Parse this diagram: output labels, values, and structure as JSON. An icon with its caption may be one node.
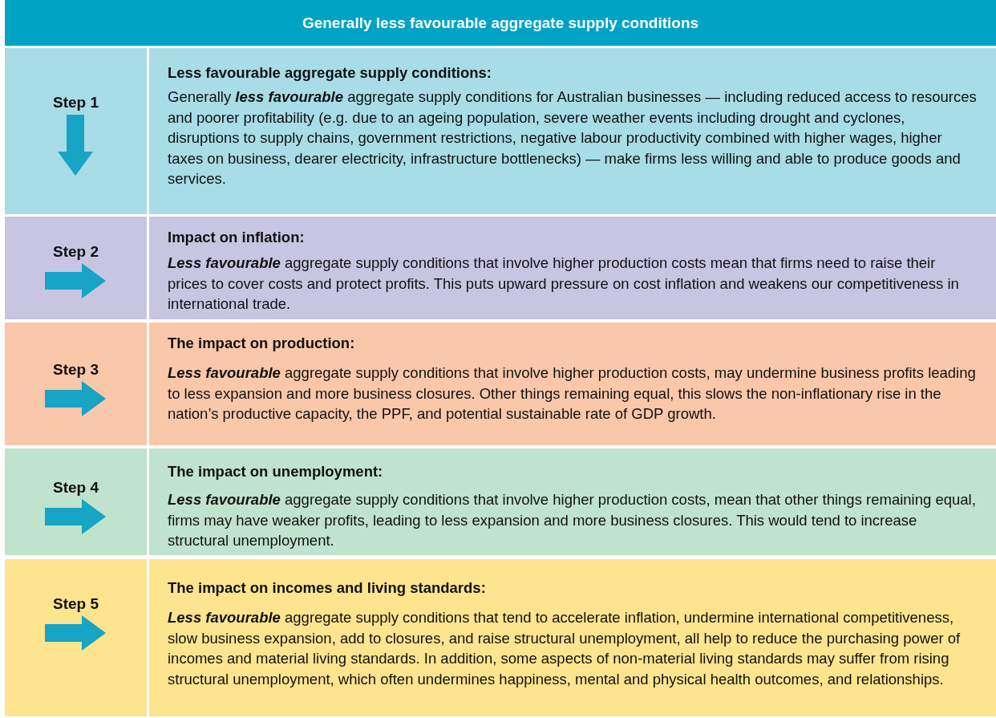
{
  "diagram": {
    "title": "Generally less favourable aggregate supply conditions",
    "nodes": [
      {
        "text": [
          "Step 1",
          "Less favourable aggregate supply conditions:",
          "Generally **less favourable** aggregate supply conditions for Australian businesses — including reduced access to resources and poorer profitability (e.g. due to an ageing population, severe weather events including drought and cyclones, disruptions to supply chains, government restrictions, negative labour productivity combined with higher wages, higher taxes on business, dearer electricity, infrastructure bottlenecks) — make firms less willing and able to produce goods and services."
        ]
      },
      {
        "text": [
          "Step 2",
          "Impact on inflation:",
          "**Less favourable** aggregate supply conditions that involve higher production costs mean that firms need to raise their prices to cover costs and protect profits. This puts upward pressure on cost inflation and weakens our competitiveness in international trade."
        ]
      },
      {
        "text": [
          "Step 3",
          "The impact on production:",
          "**Less favourable** aggregate supply conditions that involve higher production costs, may undermine business profits leading to less expansion and more business closures. Other things remaining equal, this slows the non-inflationary rise in the nation’s productive capacity, the PPF, and potential sustainable rate of GDP growth."
        ]
      },
      {
        "text": [
          "Step 4",
          "The impact on unemployment:",
          "**Less favourable** aggregate supply conditions that involve higher production costs, mean that other things remaining equal, firms may have weaker profits, leading to less expansion and more business closures. This would tend to increase structural unemployment."
        ]
      },
      {
        "text": [
          "Step 5",
          "The impact on incomes and living standards:",
          "**Less favourable** aggregate supply conditions that tend to accelerate inflation, undermine international competitiveness, slow business expansion, add to closures, and raise structural unemployment, all help to reduce the purchasing power of incomes and material living standards. In addition, some aspects of non-material living standards may suffer from rising structural unemployment, which often undermines happiness, mental and physical health outcomes, and relationships."
        ]
      }
    ]
  }
}
